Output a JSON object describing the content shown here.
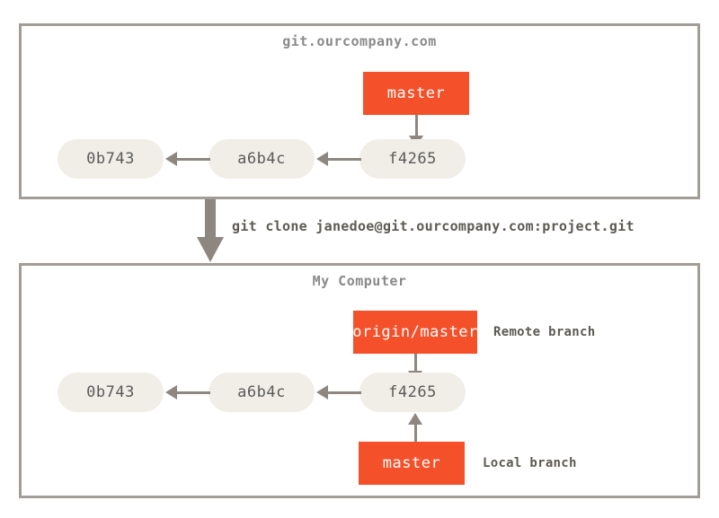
{
  "diagram": {
    "title": "git clone diagram",
    "colors": {
      "branch_box": "#f4502a",
      "commit_node": "#f0eee7",
      "frame": "#a39d97",
      "arrow": "#8d8780",
      "title_text": "#8a8a8a",
      "label_text": "#5d5a52"
    },
    "remote_panel": {
      "title": "git.ourcompany.com",
      "commits": [
        {
          "id": "0b743"
        },
        {
          "id": "a6b4c"
        },
        {
          "id": "f4265"
        }
      ],
      "branch": {
        "label": "master"
      }
    },
    "clone_command": "git clone janedoe@git.ourcompany.com:project.git",
    "local_panel": {
      "title": "My Computer",
      "commits": [
        {
          "id": "0b743"
        },
        {
          "id": "a6b4c"
        },
        {
          "id": "f4265"
        }
      ],
      "remote_branch": {
        "label": "origin/master",
        "note": "Remote branch"
      },
      "local_branch": {
        "label": "master",
        "note": "Local branch"
      }
    }
  }
}
